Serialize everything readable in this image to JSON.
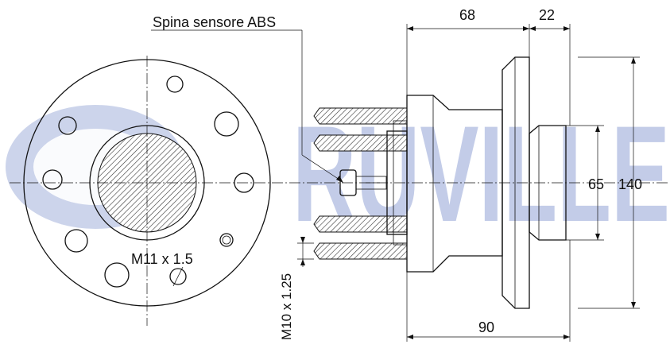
{
  "watermark": {
    "text": "RUVILLE",
    "color": "#c3cce8"
  },
  "labels": {
    "abs_pin": "Spina sensore ABS",
    "wheel_stud": "M11 x 1.5",
    "bolt": "M10 x 1.25"
  },
  "dimensions": {
    "width_68": "68",
    "width_22": "22",
    "width_90": "90",
    "diam_65": "65",
    "diam_140": "140"
  },
  "colors": {
    "line": "#111111",
    "watermark": "#c3cce8",
    "background": "#ffffff"
  }
}
